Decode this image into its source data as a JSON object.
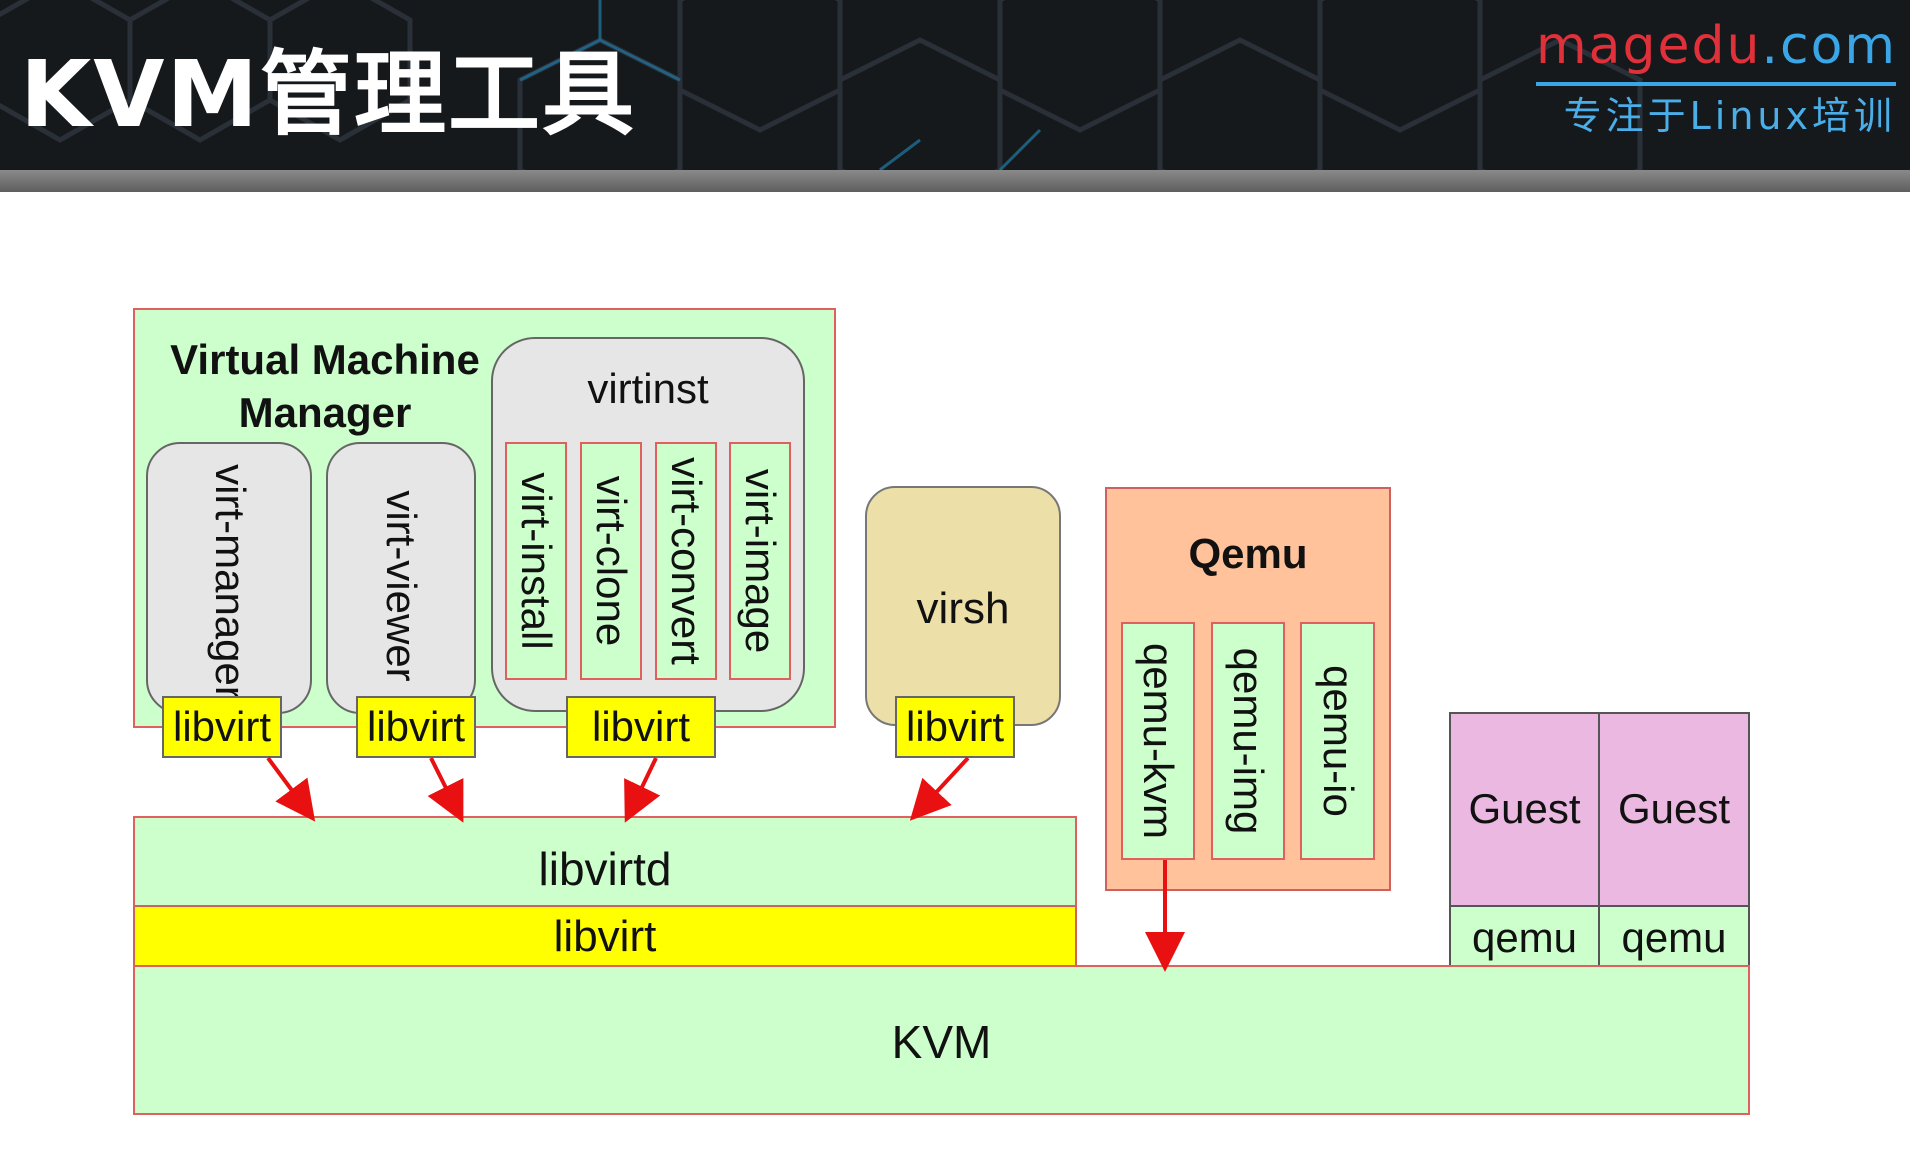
{
  "header": {
    "title": "KVM管理工具",
    "brand_main": "magedu",
    "brand_tld": ".com",
    "brand_sub": "专注于Linux培训"
  },
  "diagram": {
    "vmm_title_line1": "Virtual Machine",
    "vmm_title_line2": "Manager",
    "virt_manager": "virt-manager",
    "virt_viewer": "virt-viewer",
    "virtinst_title": "virtinst",
    "virt_install": "virt-install",
    "virt_clone": "virt-clone",
    "virt_convert": "virt-convert",
    "virt_image": "virt-image",
    "virsh": "virsh",
    "libvirt_1": "libvirt",
    "libvirt_2": "libvirt",
    "libvirt_3": "libvirt",
    "libvirt_4": "libvirt",
    "libvirtd": "libvirtd",
    "libvirt_bar": "libvirt",
    "qemu_title": "Qemu",
    "qemu_kvm": "qemu-kvm",
    "qemu_img": "qemu-img",
    "qemu_io": "qemu-io",
    "guest_1": "Guest",
    "guest_2": "Guest",
    "qemu_1": "qemu",
    "qemu_2": "qemu",
    "kvm": "KVM"
  },
  "colors": {
    "green": "#ccffcc",
    "yellow": "#ffff00",
    "orange": "#ffc29a",
    "tan": "#ece0a8",
    "pink": "#eab8e0",
    "arrow": "#e81010"
  }
}
